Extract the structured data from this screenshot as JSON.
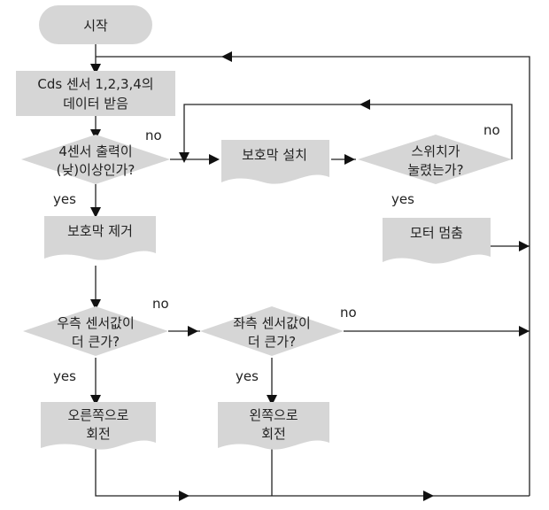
{
  "nodes": {
    "start": {
      "lines": [
        "시작"
      ]
    },
    "read_sensors": {
      "lines": [
        "Cds 센서 1,2,3,4의",
        "데이터 받음"
      ]
    },
    "check_brightness": {
      "lines": [
        "4센서 출력이",
        "(낮)이상인가?"
      ]
    },
    "install_shield": {
      "lines": [
        "보호막 설치"
      ]
    },
    "switch_pressed": {
      "lines": [
        "스위치가",
        "눌렸는가?"
      ]
    },
    "motor_stop": {
      "lines": [
        "모터 멈춤"
      ]
    },
    "remove_shield": {
      "lines": [
        "보호막 제거"
      ]
    },
    "right_bigger": {
      "lines": [
        "우측 센서값이",
        "더 큰가?"
      ]
    },
    "left_bigger": {
      "lines": [
        "좌측 센서값이",
        "더 큰가?"
      ]
    },
    "turn_right": {
      "lines": [
        "오른쪽으로",
        "회전"
      ]
    },
    "turn_left": {
      "lines": [
        "왼쪽으로",
        "회전"
      ]
    }
  },
  "edge_labels": {
    "check_no": "no",
    "check_yes": "yes",
    "switch_no": "no",
    "switch_yes": "yes",
    "right_no": "no",
    "right_yes": "yes",
    "left_no": "no",
    "left_yes": "yes"
  },
  "colors": {
    "shape_fill": "#d6d6d6",
    "line": "#222222"
  }
}
